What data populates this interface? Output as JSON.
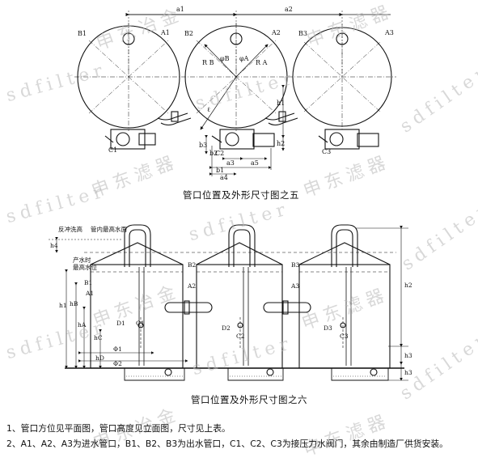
{
  "captions": {
    "top": "管口位置及外形尺寸图之五",
    "bottom": "管口位置及外形尺寸图之六"
  },
  "notes": [
    "1、管口方位见平面图，管口高度见立面图，尺寸见上表。",
    "2、A1、A2、A3为进水管口，B1、B2、B3为出水管口，C1、C2、C3为接压力水阀门，其余由制造厂供货安装。"
  ],
  "watermark": {
    "latin": "sdfilter",
    "cjk": "申东滤器",
    "cjk2": "申东冶金"
  },
  "plan_labels": {
    "a1": "a1",
    "a2": "a2",
    "a3": "a3",
    "a4": "a4",
    "a5": "a5",
    "b1": "b1",
    "b2": "b2",
    "b3": "b3",
    "h1": "h1",
    "h2": "h2",
    "A1": "A1",
    "A2": "A2",
    "A3": "A3",
    "B1": "B1",
    "B2": "B2",
    "B3": "B3",
    "C1": "C1",
    "C2": "C2",
    "C3": "C3",
    "RA": "R A",
    "RB": "R B",
    "phiA": "φA",
    "phiB": "φB",
    "ell": "ℓ"
  },
  "elev_labels": {
    "note_top1": "反冲洗高",
    "note_top2": "管内最高水面",
    "note_left1": "产水时",
    "note_left2": "最高水位",
    "h1": "h1",
    "h2": "h2",
    "h3": "h3",
    "h4": "h4",
    "hA": "hA",
    "hB": "hB",
    "hC": "hC",
    "hD": "hD",
    "A1": "A1",
    "A2": "A2",
    "A3": "A3",
    "B1": "B1",
    "B2": "B2",
    "B3": "B3",
    "C1": "C1",
    "C2": "C2",
    "C3": "C3",
    "D1": "D1",
    "D2": "D2",
    "D3": "D3",
    "phi1": "Φ1",
    "phi2": "Φ2"
  }
}
